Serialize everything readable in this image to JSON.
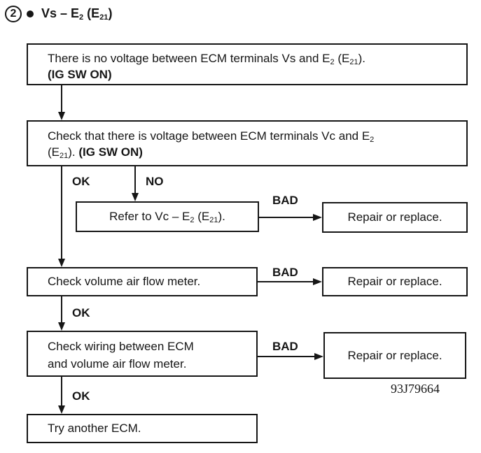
{
  "colors": {
    "ink": "#161616",
    "background": "#ffffff"
  },
  "header": {
    "step_number": "2",
    "bullet_icon": "",
    "title": "Vs – E~2~ (E~21~)"
  },
  "flowchart": {
    "problem_box": {
      "line1": "There is no voltage between ECM terminals Vs and E~2~ (E~21~).",
      "line2": "(IG SW ON)"
    },
    "check_voltage_box": {
      "line1": "Check that there is voltage between ECM terminals Vc and E~2~",
      "line2_start": "(E~21~). ",
      "line2_bold": "(IG SW ON)"
    },
    "labels": {
      "ok": "OK",
      "no": "NO",
      "bad": "BAD"
    },
    "refer_box": {
      "text": "Refer to Vc – E~2~ (E~21~)."
    },
    "repair_box": {
      "text": "Repair or replace."
    },
    "check_airflow_box": {
      "text": "Check volume air flow meter."
    },
    "check_wiring_box": {
      "line1": "Check wiring between ECM",
      "line2": "and volume air flow meter."
    },
    "try_ecm_box": {
      "text": "Try another ECM."
    },
    "figure_code": "93J79664"
  }
}
